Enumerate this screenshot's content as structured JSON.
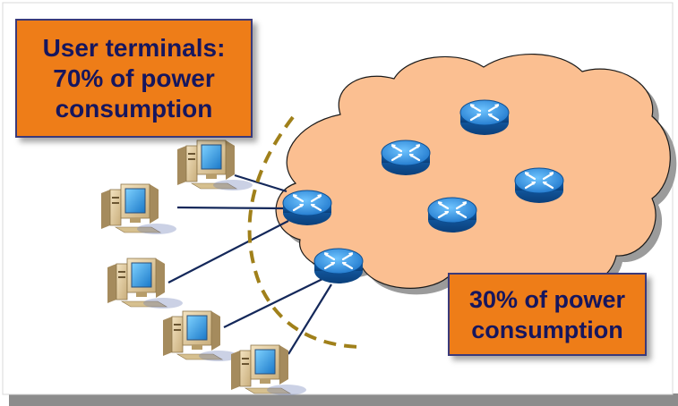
{
  "callouts": {
    "terminals": {
      "lines": [
        "User terminals:",
        "70% of power",
        "consumption"
      ]
    },
    "network": {
      "lines": [
        "30% of power",
        "consumption"
      ]
    }
  },
  "colors": {
    "callout_fill": "#ee7d18",
    "callout_border": "#3a3a7a",
    "callout_text": "#16165e",
    "cloud_fill": "#fbbf91",
    "router_blue": "#1a72c8",
    "link_color": "#14285a",
    "boundary_dash": "#a0801a",
    "page_shadow": "#8c8c8c"
  },
  "icons": {
    "router": "router-icon",
    "terminal": "desktop-computer-icon",
    "cloud": "network-cloud-icon"
  }
}
